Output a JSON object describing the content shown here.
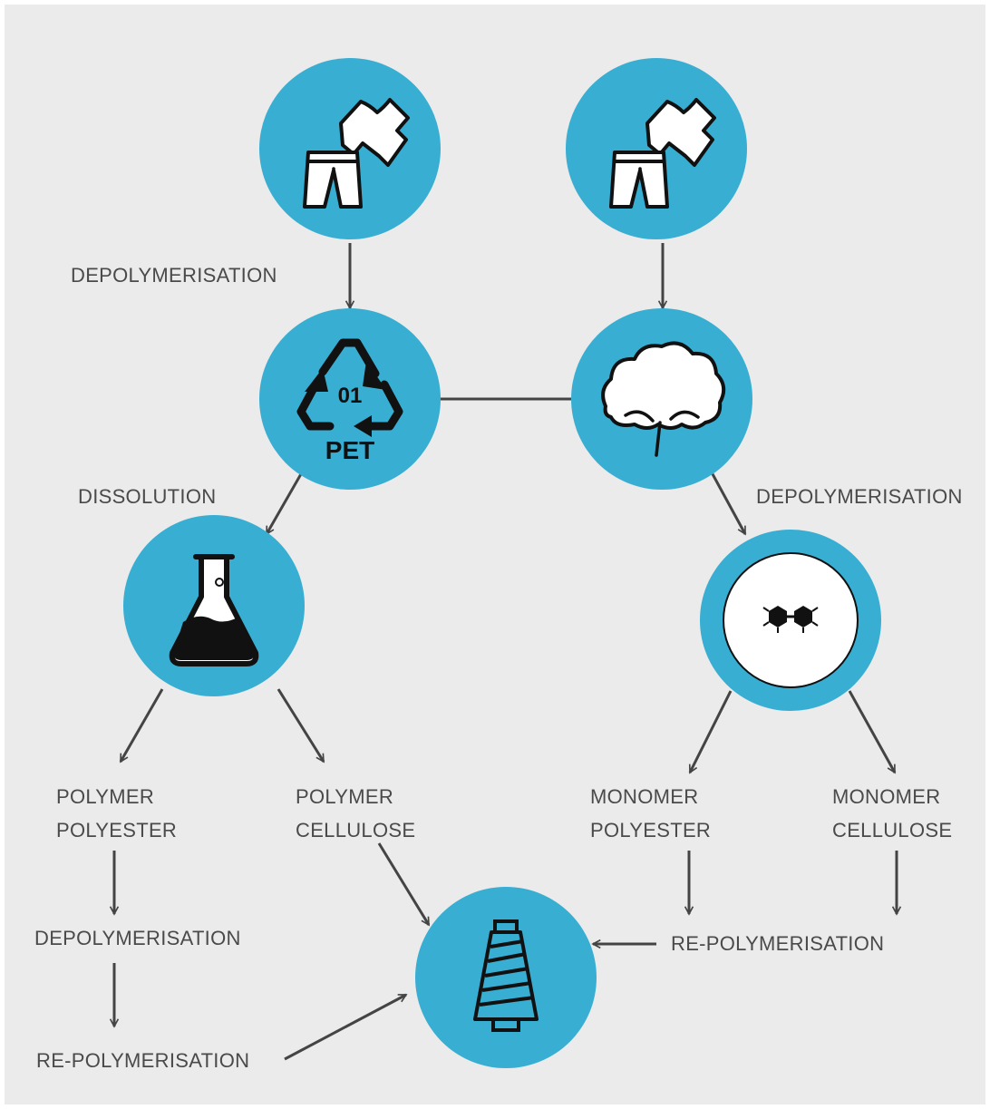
{
  "colors": {
    "background": "#ebebeb",
    "node_fill": "#38aed3",
    "arrow": "#444444",
    "label": "#4a4a4a"
  },
  "nodes": [
    {
      "id": "clothes-left",
      "icon": "clothing-icon"
    },
    {
      "id": "clothes-right",
      "icon": "clothing-icon"
    },
    {
      "id": "pet",
      "icon": "pet-recycling-icon",
      "code": "01",
      "text": "PET"
    },
    {
      "id": "cotton",
      "icon": "cotton-icon"
    },
    {
      "id": "flask",
      "icon": "flask-icon"
    },
    {
      "id": "molecule",
      "icon": "molecule-icon"
    },
    {
      "id": "yarn",
      "icon": "yarn-spool-icon"
    }
  ],
  "labels": {
    "depolymerisation_top": "DEPOLYMERISATION",
    "dissolution": "DISSOLUTION",
    "depolymerisation_right": "DEPOLYMERISATION",
    "polymer_polyester_1": "POLYMER",
    "polymer_polyester_2": "POLYESTER",
    "polymer_cellulose_1": "POLYMER",
    "polymer_cellulose_2": "CELLULOSE",
    "monomer_polyester_1": "MONOMER",
    "monomer_polyester_2": "POLYESTER",
    "monomer_cellulose_1": "MONOMER",
    "monomer_cellulose_2": "CELLULOSE",
    "depolymerisation_left": "DEPOLYMERISATION",
    "repolymerisation_left": "RE-POLYMERISATION",
    "repolymerisation_right": "RE-POLYMERISATION"
  }
}
